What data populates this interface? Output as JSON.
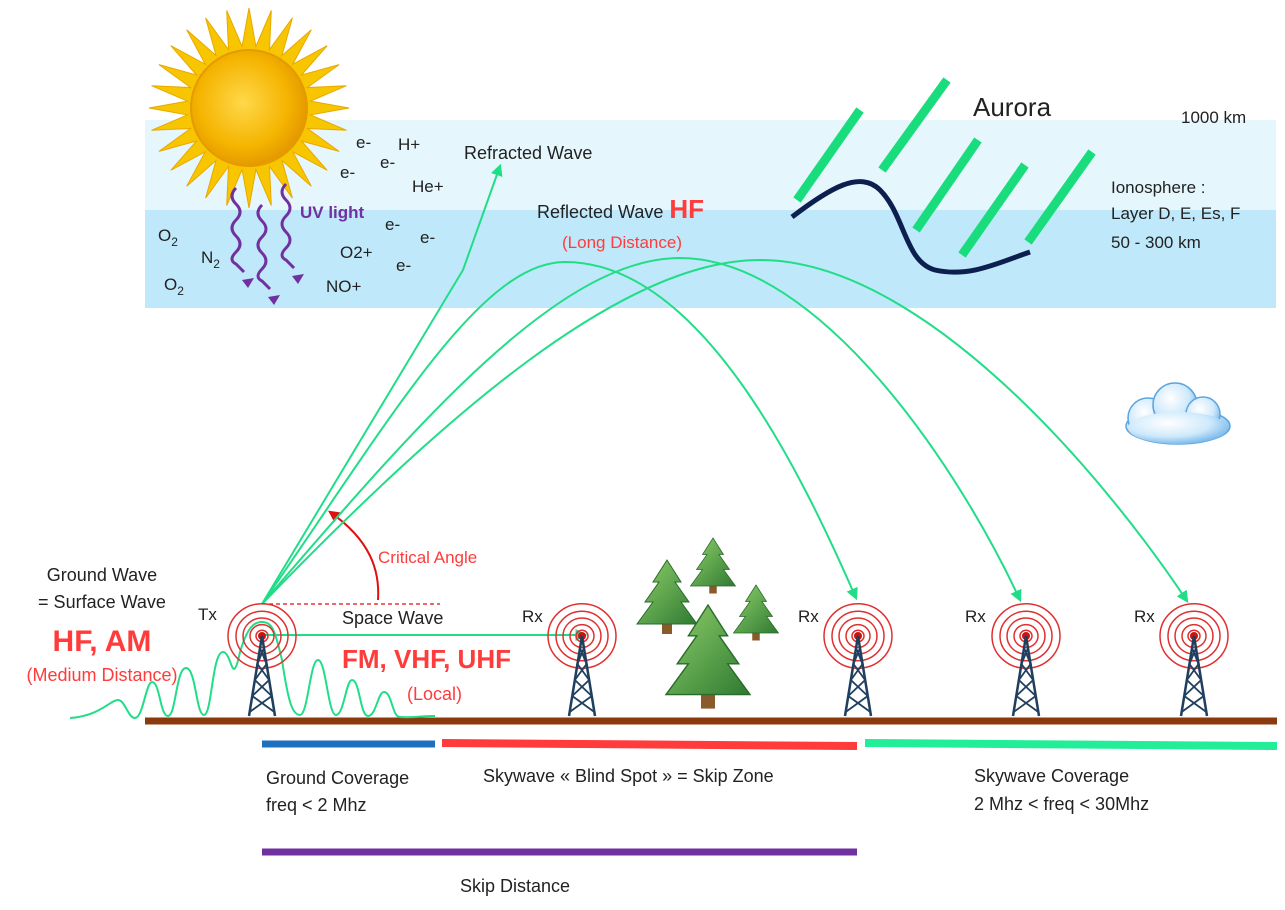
{
  "colors": {
    "ionosphere_upper": "#e6f6fd",
    "ionosphere_lower": "#bfe9fa",
    "wave_green": "#22dd88",
    "red": "#ff3b3b",
    "uv_purple": "#7030a0",
    "aurora_green": "#19dd7c",
    "aurora_curve": "#0d1f4f",
    "ground_brown": "#8b3a0e",
    "ground_blue": "#1f6fbf",
    "skip_purple": "#7030a0",
    "tower_blue": "#1f3f5f"
  },
  "icons": [
    "sun-icon",
    "cloud-icon",
    "tree-icon",
    "antenna-tower-icon",
    "aurora-icon"
  ],
  "labels": {
    "aurora": "Aurora",
    "altitude_top": "1000 km",
    "ionosphere_title": "Ionosphere :",
    "ionosphere_layers": "Layer D, E, Es, F",
    "ionosphere_range": "50 - 300 km",
    "uv_light": "UV light",
    "refracted_wave": "Refracted Wave",
    "reflected_wave": "Reflected Wave",
    "reflected_band": "HF",
    "long_distance": "(Long Distance)",
    "critical_angle": "Critical Angle",
    "ground_wave_line1": "Ground Wave",
    "ground_wave_line2": "= Surface Wave",
    "hf_am": "HF, AM",
    "medium_distance": "(Medium Distance)",
    "space_wave": "Space Wave",
    "fm_vhf_uhf": "FM, VHF, UHF",
    "local": "(Local)",
    "tx": "Tx",
    "rx": "Rx",
    "ground_coverage_line1": "Ground Coverage",
    "ground_coverage_line2": "freq < 2 Mhz",
    "skip_zone": "Skywave « Blind Spot » = Skip Zone",
    "skywave_coverage_line1": "Skywave Coverage",
    "skywave_coverage_line2": "2 Mhz < freq < 30Mhz",
    "skip_distance": "Skip Distance"
  },
  "particles": {
    "electron": "e-",
    "h_plus": "H+",
    "he_plus": "He+",
    "o2_plus": "O2+",
    "no_plus": "NO+",
    "o": "O",
    "n": "N",
    "subscript_2": "2"
  }
}
